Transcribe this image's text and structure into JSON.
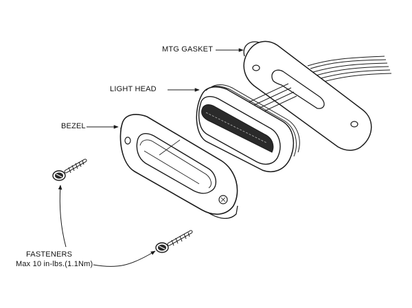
{
  "labels": {
    "mtg_gasket": "MTG GASKET",
    "light_head": "LIGHT HEAD",
    "bezel": "BEZEL",
    "fasteners": "FASTENERS",
    "torque": "Max 10 in-lbs.(1.1Nm)"
  },
  "colors": {
    "line": "#1a1a1a",
    "fill": "#ffffff",
    "shade": "#555555"
  }
}
